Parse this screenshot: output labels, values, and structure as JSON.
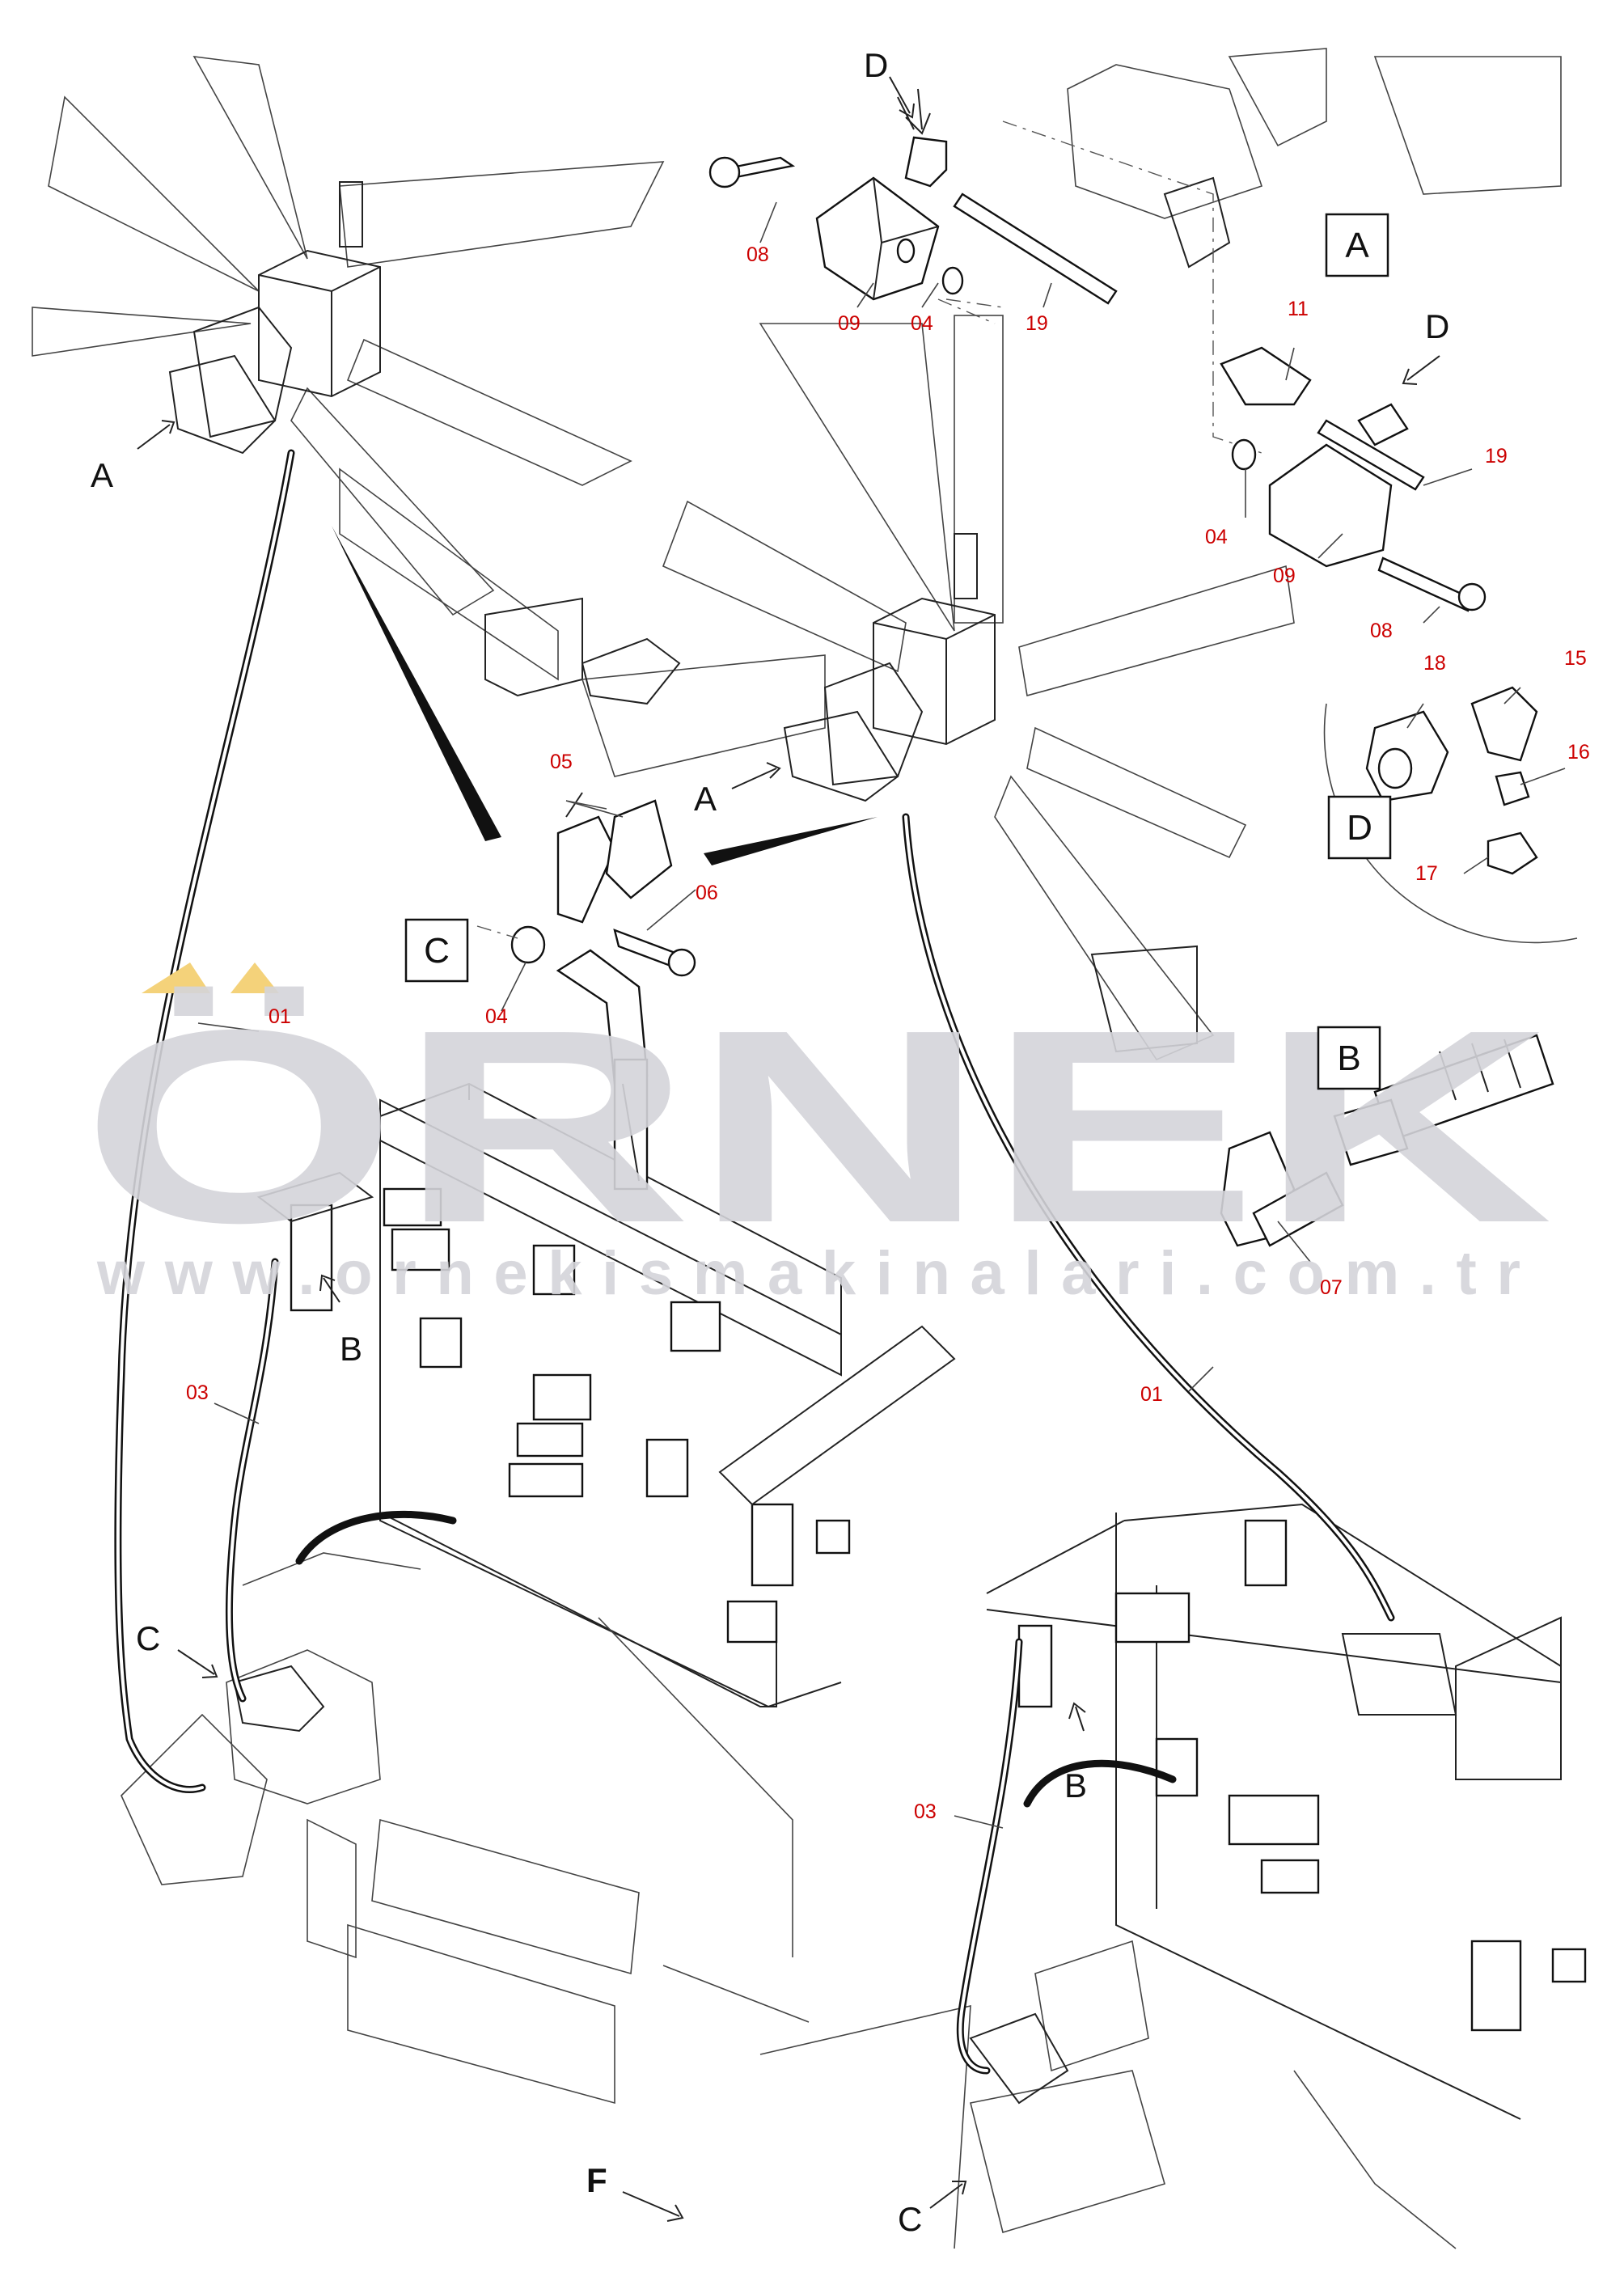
{
  "watermark": {
    "brand": "ÖRNEK",
    "url": "www.ornekismakinalari.com.tr",
    "accent_color": "#f4d27a",
    "gray_color": "#d4d4d9"
  },
  "views": {
    "A": "A",
    "B": "B",
    "C": "C",
    "D": "D"
  },
  "callouts": {
    "A": "A",
    "B": "B",
    "C": "C",
    "D": "D",
    "F": "F"
  },
  "parts": {
    "p01": "01",
    "p03": "03",
    "p04": "04",
    "p05": "05",
    "p06": "06",
    "p07": "07",
    "p08": "08",
    "p09": "09",
    "p11": "11",
    "p15": "15",
    "p16": "16",
    "p17": "17",
    "p18": "18",
    "p19": "19"
  },
  "colors": {
    "part_number": "#cc0000",
    "line": "#111111"
  }
}
